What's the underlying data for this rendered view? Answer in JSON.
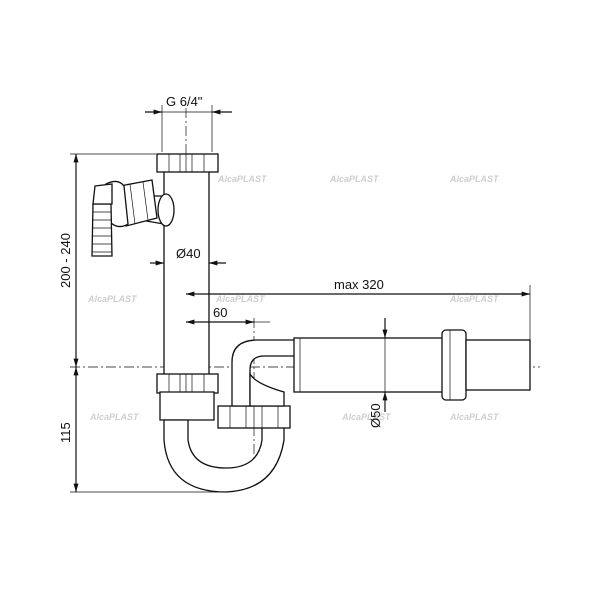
{
  "dimensions": {
    "thread": "G 6/4\"",
    "pipe_diameter": "Ø40",
    "max_length": "max 320",
    "offset": "60",
    "outlet_diameter": "Ø50",
    "height_range": "200 - 240",
    "water_seal": "115"
  },
  "watermark": {
    "brand": "AlcaPLAST"
  },
  "colors": {
    "line": "#111111",
    "watermark": "#cfcfcf",
    "background": "#ffffff"
  }
}
